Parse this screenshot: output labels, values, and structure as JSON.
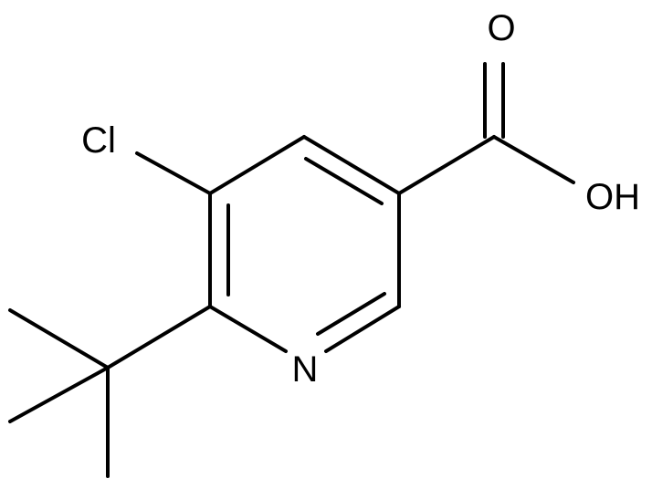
{
  "molecule": {
    "atoms": {
      "oxygen_carbonyl": "O",
      "hydroxyl": "OH",
      "chlorine": "Cl",
      "nitrogen": "N"
    },
    "colors": {
      "bond": "#000000",
      "label": "#000000",
      "background": "#ffffff"
    }
  }
}
